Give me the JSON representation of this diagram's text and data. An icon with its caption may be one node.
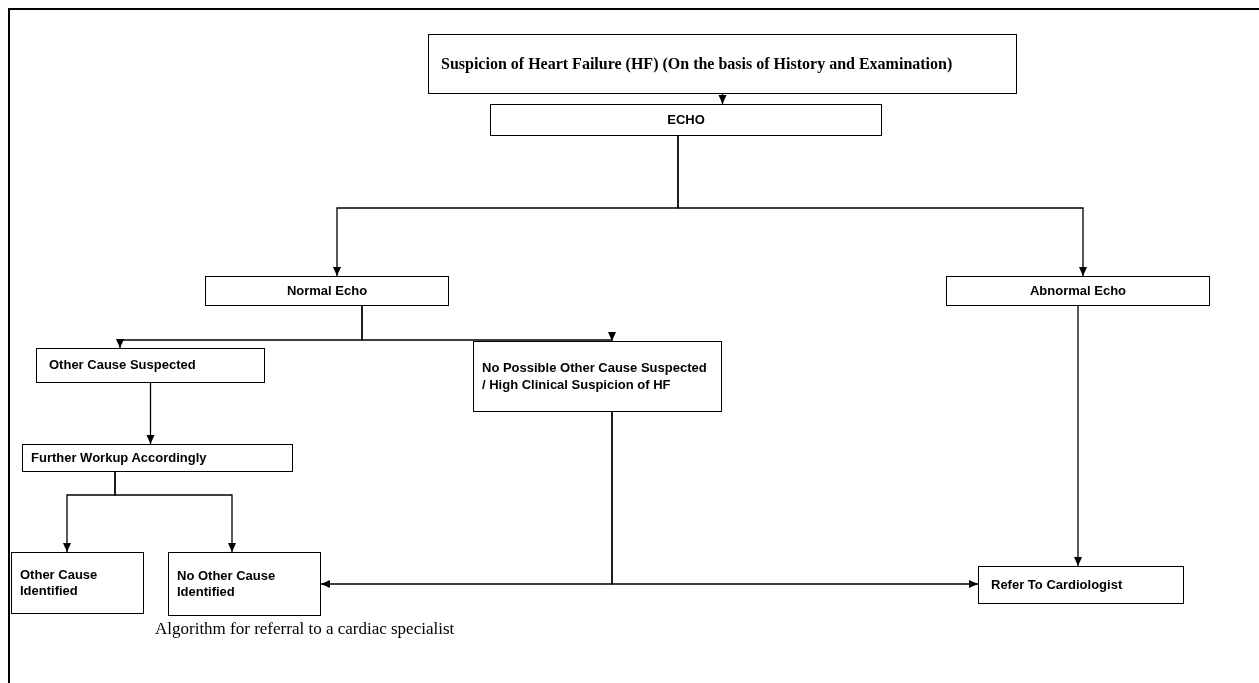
{
  "diagram": {
    "caption": "Algorithm for referral to a cardiac specialist",
    "nodes": [
      {
        "text": [
          "Suspicion of Heart Failure (HF) (On the basis of History and Examination)"
        ]
      },
      {
        "text": [
          "ECHO"
        ]
      },
      {
        "text": [
          "Normal Echo"
        ]
      },
      {
        "text": [
          "Abnormal Echo"
        ]
      },
      {
        "text": [
          "Other Cause Suspected"
        ]
      },
      {
        "text": [
          "No Possible Other Cause Suspected / High Clinical Suspicion of HF"
        ]
      },
      {
        "text": [
          "Further Workup Accordingly"
        ]
      },
      {
        "text": [
          "Other Cause Identified"
        ]
      },
      {
        "text": [
          "No Other Cause Identified"
        ]
      },
      {
        "text": [
          "Refer To Cardiologist"
        ]
      }
    ],
    "edges": [
      {
        "from": 0,
        "to": 1,
        "arrow": "to"
      },
      {
        "from": 1,
        "to": 2,
        "arrow": "to"
      },
      {
        "from": 1,
        "to": 3,
        "arrow": "to"
      },
      {
        "from": 2,
        "to": 4,
        "arrow": "to"
      },
      {
        "from": 2,
        "to": 5,
        "arrow": "to"
      },
      {
        "from": 4,
        "to": 6,
        "arrow": "to"
      },
      {
        "from": 6,
        "to": 7,
        "arrow": "to"
      },
      {
        "from": 6,
        "to": 8,
        "arrow": "to"
      },
      {
        "from": 5,
        "to": 8,
        "arrow": "to"
      },
      {
        "from": 5,
        "to": 9,
        "arrow": "to"
      },
      {
        "from": 3,
        "to": 9,
        "arrow": "to"
      }
    ]
  }
}
